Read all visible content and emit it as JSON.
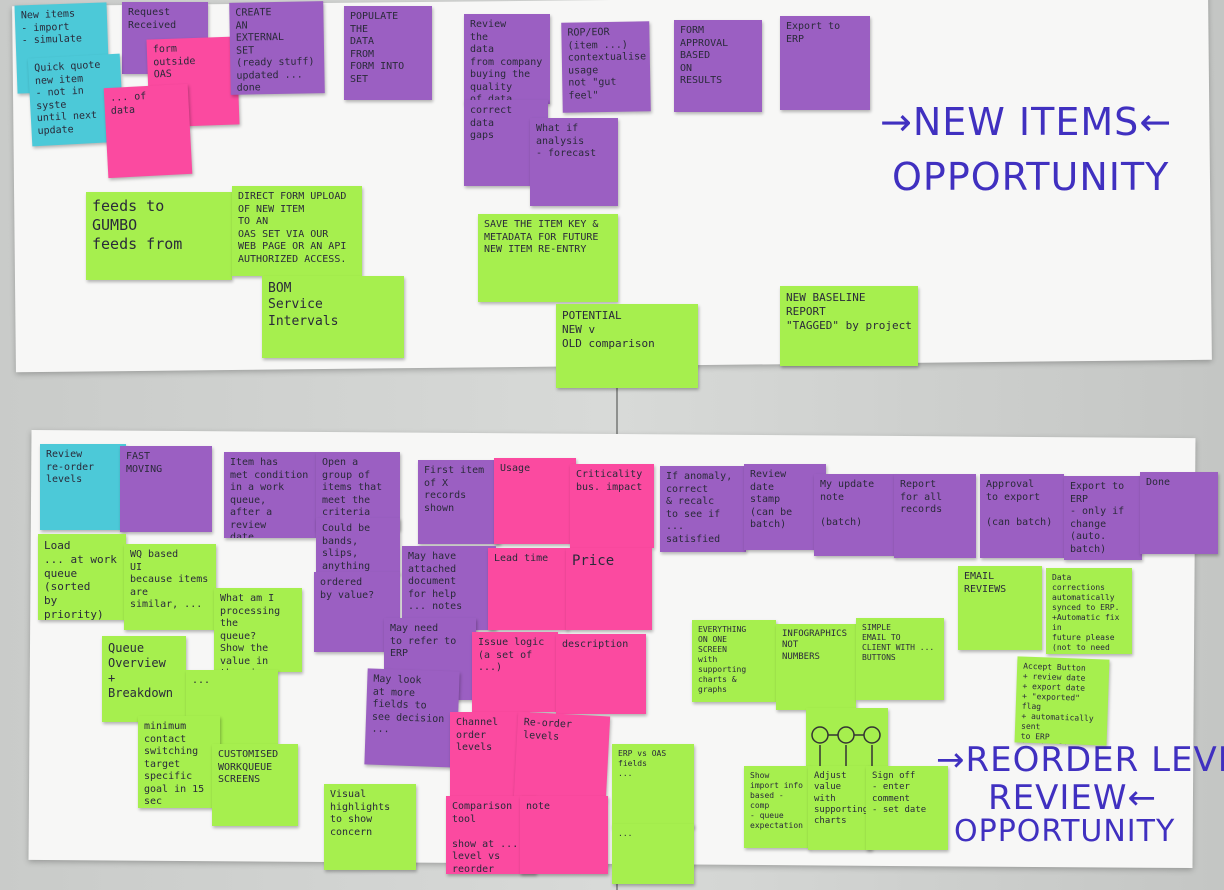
{
  "colors": {
    "purple": "#9b5fc2",
    "pink": "#fb4aa0",
    "green": "#a6ef4e",
    "blue": "#4cc9d8",
    "marker": "#4030c0"
  },
  "top_board": {
    "heading_line1": "→NEW ITEMS←",
    "heading_line2": "OPPORTUNITY",
    "notes": [
      "New items\n- import\n- simulate",
      "Request\nReceived",
      "form\noutside\nOAS",
      "Quick quote\nnew item\n- not in syste\nuntil next update",
      "... of\ndata",
      "CREATE\nAN\nEXTERNAL\nSET\n(ready stuff)\nupdated ... done",
      "POPULATE\nTHE\nDATA\nFROM\nFORM INTO\nSET",
      "Review\nthe\ndata\nfrom company\nbuying the quality\nof data",
      "correct\ndata\ngaps",
      "ROP/EOR\n(item ...)\ncontextualise\nusage\nnot \"gut feel\"",
      "What if\nanalysis\n- forecast",
      "FORM\nAPPROVAL\nBASED\nON\nRESULTS",
      "Export to\nERP",
      "feeds to\nGUMBO\nfeeds from",
      "DIRECT FORM UPLOAD\nOF NEW ITEM\nTO AN\nOAS SET VIA OUR\nWEB PAGE OR AN API\nAUTHORIZED ACCESS.",
      "BOM\nService Intervals",
      "SAVE THE ITEM KEY &\nMETADATA FOR FUTURE\nNEW ITEM RE-ENTRY",
      "POTENTIAL\nNEW v\nOLD comparison",
      "NEW BASELINE\nREPORT\n\"TAGGED\" by project"
    ]
  },
  "bottom_board": {
    "heading_line1": "→REORDER LEVEL",
    "heading_line2": "REVIEW←",
    "heading_line3": "OPPORTUNITY",
    "notes": [
      "Review\nre-order\nlevels",
      "FAST\nMOVING",
      "Item has\nmet condition\nin a work\nqueue,\nafter a review\ndate",
      "Open a\ngroup of\nitems that\nmeet the criteria",
      "Could be\nbands, slips,\nanything",
      "ordered\nby value?",
      "First item\nof X\nrecords shown",
      "Usage",
      "Criticality\nbus. impact",
      "If anomaly,\ncorrect\n& recalc\nto see if ...\nsatisfied",
      "Review\ndate\nstamp\n(can be batch)",
      "My update\nnote\n\n(batch)",
      "Report\nfor all\nrecords",
      "Approval\nto export\n\n(can batch)",
      "Export to\nERP\n- only if change\n(auto. batch)",
      "Done",
      "Load\n... at work\nqueue\n(sorted\nby priority)\nOAS std",
      "WQ based\nUI\nbecause items are\nsimilar, ...",
      "What am I\nprocessing the\nqueue?\nShow the\nvalue in\nthe view",
      "May have\nattached\ndocument\nfor help\n... notes",
      "Lead time",
      "Price",
      "May need\nto refer to\nERP",
      "Issue logic\n(a set of ...)",
      "description",
      "Queue\nOverview\n+\nBreakdown",
      "...",
      "minimum\ncontact\nswitching\ntarget specific\ngoal in 15 sec",
      "CUSTOMISED\nWORKQUEUE\nSCREENS",
      "May look\nat more\nfields to\nsee decision\n...",
      "Channel\norder\nlevels",
      "Re-order\nlevels",
      "Comparison\ntool\n\nshow at ...\nlevel vs\nreorder level",
      "note",
      "Visual highlights\nto show concern",
      "ERP vs OAS\nfields\n...",
      "...",
      "EVERYTHING\nON ONE\nSCREEN\nwith supporting\ncharts & graphs",
      "INFOGRAPHICS\nNOT\nNUMBERS",
      "SIMPLE\nEMAIL TO\nCLIENT WITH ...\nBUTTONS",
      "EMAIL\nREVIEWS",
      "Data corrections\nautomatically\nsynced to ERP.\n+Automatic fix in\nfuture please\n(not to need export)",
      "Accept Button\n+ review date\n+ export date\n+ \"exported\" flag\n+ automatically sent\nto ERP (optional)\n+ remove from queue",
      "Show\nimport info\nbased - comp\n- queue\nexpectation",
      "Adjust\nvalue\nwith\nsupporting\ncharts",
      "Sign off\n- enter\ncomment\n- set date"
    ]
  }
}
